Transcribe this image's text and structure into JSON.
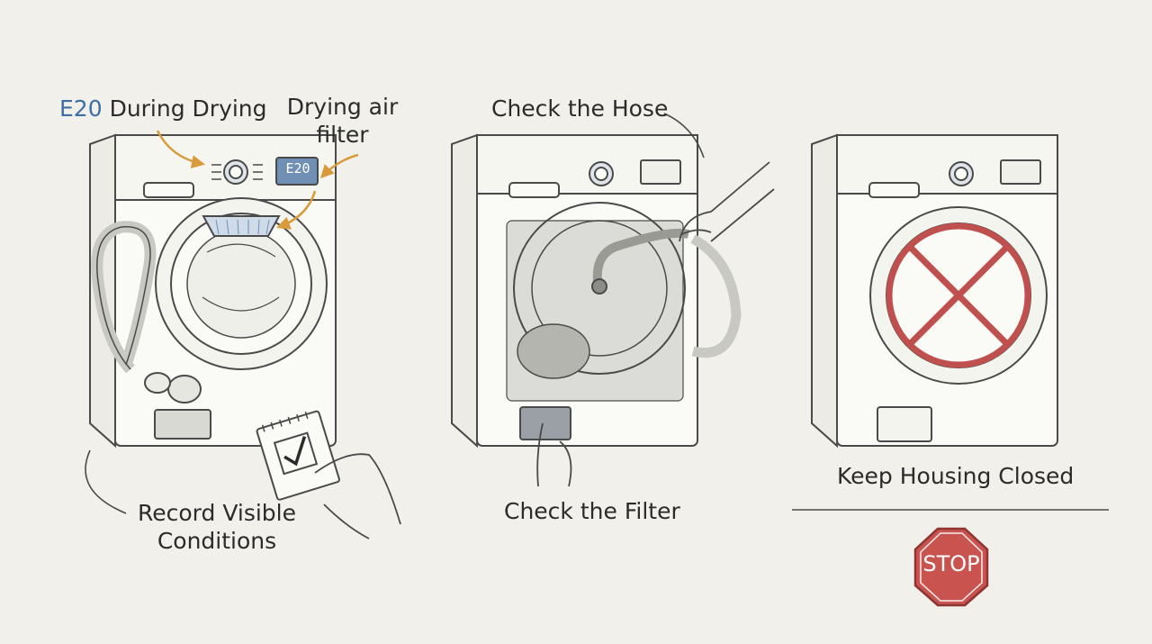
{
  "colors": {
    "background": "#f1f0ea",
    "line": "#4a4a4a",
    "arrow": "#d99a3a",
    "error_code": "#3c6fa6",
    "prohibit": "#c0504d",
    "stop_sign": "#c9534f",
    "panel_blue": "#6f8fb4"
  },
  "icons": [
    "washer-dryer",
    "arrow",
    "hose",
    "filter",
    "hand",
    "notepad-checkmark",
    "prohibition-sign",
    "stop-sign"
  ],
  "panel1": {
    "error_code": "E20",
    "title_rest": "During Drying",
    "filter_label_line1": "Drying air",
    "filter_label_line2": "filter",
    "display_text": "E20",
    "record_line1": "Record Visible",
    "record_line2": "Conditions"
  },
  "panel2": {
    "hose_label": "Check the Hose",
    "filter_label": "Check the Filter"
  },
  "panel3": {
    "label": "Keep Housing Closed",
    "stop_text": "STOP"
  }
}
